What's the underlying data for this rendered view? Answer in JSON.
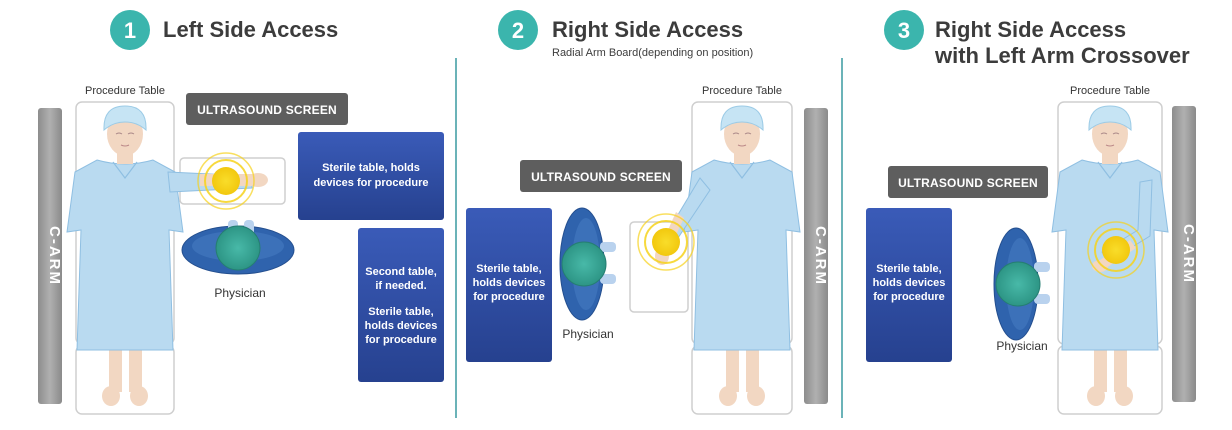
{
  "colors": {
    "teal": "#3bb5ad",
    "gown": "#b9daf0",
    "gown_dark": "#8fbfe2",
    "skin": "#f2d7c2",
    "cap": "#c6e4f4",
    "screen": "#5e5e5e",
    "carm": "#9a9a9a",
    "sterile": "#2e4aa3",
    "physician_body": "#2f63ad",
    "physician_head": "#3aa898",
    "ultrasound": "#f6d21b",
    "divider": "#3a9aa0"
  },
  "panels": [
    {
      "number": "1",
      "title_line1": "Left Side Access",
      "title_line2": "",
      "subtitle": "",
      "table_label": "Procedure Table",
      "screen_label": "ULTRASOUND SCREEN",
      "carm_label": "C-ARM",
      "physician_label": "Physician",
      "sterile_boxes": [
        {
          "lines": [
            "Sterile table, holds",
            "devices for procedure"
          ]
        },
        {
          "lines": [
            "Second table,",
            "if needed.",
            "",
            "Sterile table,",
            "holds devices",
            "for procedure"
          ]
        }
      ]
    },
    {
      "number": "2",
      "title_line1": "Right Side Access",
      "title_line2": "",
      "subtitle": "Radial Arm Board(depending on position)",
      "table_label": "Procedure Table",
      "screen_label": "ULTRASOUND SCREEN",
      "carm_label": "C-ARM",
      "physician_label": "Physician",
      "sterile_boxes": [
        {
          "lines": [
            "Sterile table,",
            "holds devices",
            "for procedure"
          ]
        }
      ]
    },
    {
      "number": "3",
      "title_line1": "Right Side Access",
      "title_line2": "with Left Arm Crossover",
      "subtitle": "",
      "table_label": "Procedure Table",
      "screen_label": "ULTRASOUND SCREEN",
      "carm_label": "C-ARM",
      "physician_label": "Physician",
      "sterile_boxes": [
        {
          "lines": [
            "Sterile table,",
            "holds devices",
            "for procedure"
          ]
        }
      ]
    }
  ]
}
